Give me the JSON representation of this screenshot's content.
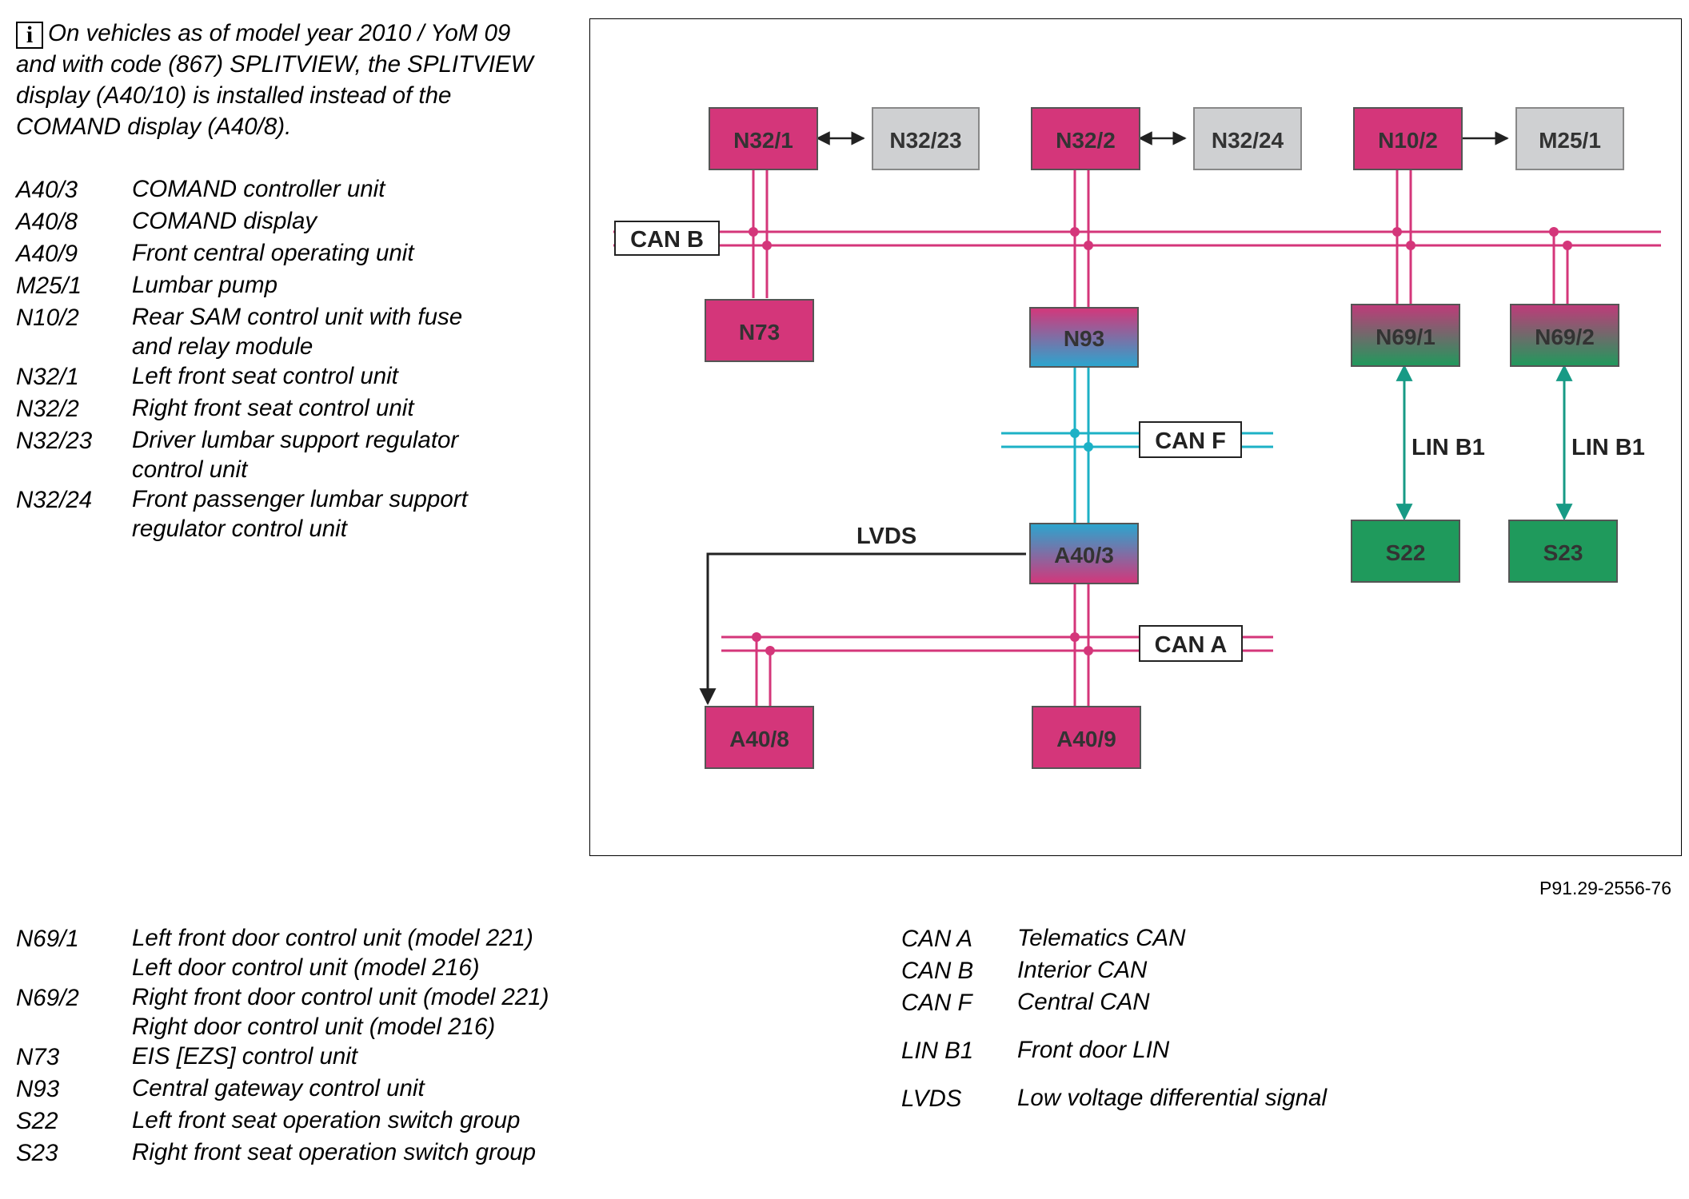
{
  "note": {
    "icon": "info-icon",
    "text": "On vehicles as of model year 2010 / YoM 09 and with code (867) SPLITVIEW, the SPLITVIEW display (A40/10) is installed instead of the COMAND display (A40/8)."
  },
  "legend_left_top": [
    {
      "code": "A40/3",
      "lines": [
        "COMAND controller unit"
      ]
    },
    {
      "code": "A40/8",
      "lines": [
        "COMAND display"
      ]
    },
    {
      "code": "A40/9",
      "lines": [
        "Front central operating unit"
      ]
    },
    {
      "code": "M25/1",
      "lines": [
        "Lumbar pump"
      ]
    },
    {
      "code": "N10/2",
      "lines": [
        "Rear SAM control unit with fuse",
        "and relay module"
      ]
    },
    {
      "code": "N32/1",
      "lines": [
        "Left front seat control unit"
      ]
    },
    {
      "code": "N32/2",
      "lines": [
        "Right front seat control unit"
      ]
    },
    {
      "code": "N32/23",
      "lines": [
        "Driver lumbar support regulator",
        "control unit"
      ]
    },
    {
      "code": "N32/24",
      "lines": [
        "Front passenger lumbar support",
        "regulator control unit"
      ]
    }
  ],
  "legend_bottom_left": [
    {
      "code": "N69/1",
      "lines": [
        "Left front door control unit (model 221)",
        "Left door control unit (model 216)"
      ]
    },
    {
      "code": "N69/2",
      "lines": [
        "Right front door control unit (model 221)",
        "Right door control unit (model 216)"
      ]
    },
    {
      "code": "N73",
      "lines": [
        "EIS [EZS] control unit"
      ]
    },
    {
      "code": "N93",
      "lines": [
        "Central gateway control unit"
      ]
    },
    {
      "code": "S22",
      "lines": [
        "Left front seat operation switch group"
      ]
    },
    {
      "code": "S23",
      "lines": [
        "Right front seat operation switch group"
      ]
    }
  ],
  "legend_bottom_right": [
    {
      "code": "CAN A",
      "lines": [
        "Telematics CAN"
      ],
      "gap": false
    },
    {
      "code": "CAN B",
      "lines": [
        "Interior CAN"
      ],
      "gap": false
    },
    {
      "code": "CAN F",
      "lines": [
        "Central CAN"
      ],
      "gap": false
    },
    {
      "code": "LIN B1",
      "lines": [
        "Front door LIN"
      ],
      "gap": true
    },
    {
      "code": "LVDS",
      "lines": [
        "Low voltage differential signal"
      ],
      "gap": true
    }
  ],
  "diagram": {
    "colors": {
      "magenta": "#d4367a",
      "cyan": "#1cb1c6",
      "green": "#1f9a5c",
      "gray": "#cfd0d2",
      "teal": "#179a85",
      "black": "#222222"
    },
    "nodes": {
      "n32_1": "N32/1",
      "n32_23": "N32/23",
      "n32_2": "N32/2",
      "n32_24": "N32/24",
      "n10_2": "N10/2",
      "m25_1": "M25/1",
      "n73": "N73",
      "n93": "N93",
      "n69_1": "N69/1",
      "n69_2": "N69/2",
      "s22": "S22",
      "s23": "S23",
      "a40_3": "A40/3",
      "a40_8": "A40/8",
      "a40_9": "A40/9"
    },
    "bus_labels": {
      "can_b": "CAN B",
      "can_f": "CAN F",
      "can_a": "CAN A",
      "lin_b1_left": "LIN B1",
      "lin_b1_right": "LIN B1",
      "lvds": "LVDS"
    }
  },
  "reference": "P91.29-2556-76"
}
